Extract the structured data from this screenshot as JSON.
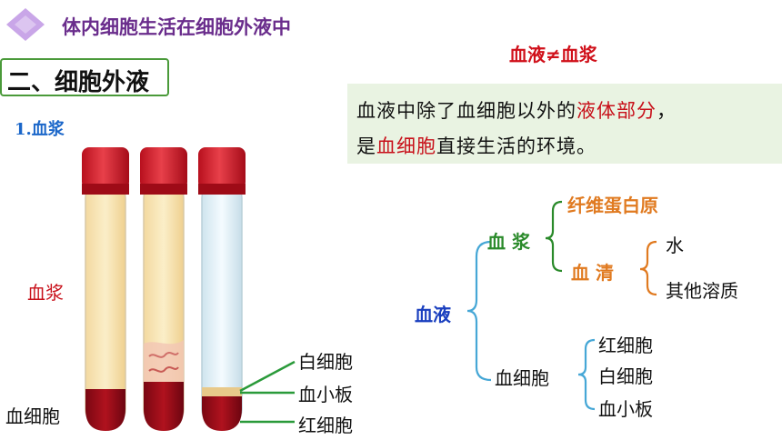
{
  "header": {
    "title": "体内细胞生活在细胞外液中",
    "accent_color": "#c9a6e8"
  },
  "section": {
    "label": "二、细胞外液"
  },
  "subsection": {
    "label": "1.血浆"
  },
  "inequality": "血液≠血浆",
  "definition": {
    "line1_a": "血液中除了血细胞以外的",
    "line1_b": "液体部分",
    "line1_c": "，",
    "line2_a": "是",
    "line2_b": "血细胞",
    "line2_c": "直接生活的环境。"
  },
  "tubes": {
    "left_labels": {
      "plasma": "血浆",
      "cells": "血细胞"
    },
    "right_labels": {
      "wbc": "白细胞",
      "platelet": "血小板",
      "rbc": "红细胞"
    }
  },
  "tree": {
    "root": "血液",
    "plasma": "血 浆",
    "fibrinogen": "纤维蛋白原",
    "serum": "血 清",
    "water": "水",
    "other_solutes": "其他溶质",
    "blood_cells": "血细胞",
    "rbc": "红细胞",
    "wbc": "白细胞",
    "platelet": "血小板"
  }
}
